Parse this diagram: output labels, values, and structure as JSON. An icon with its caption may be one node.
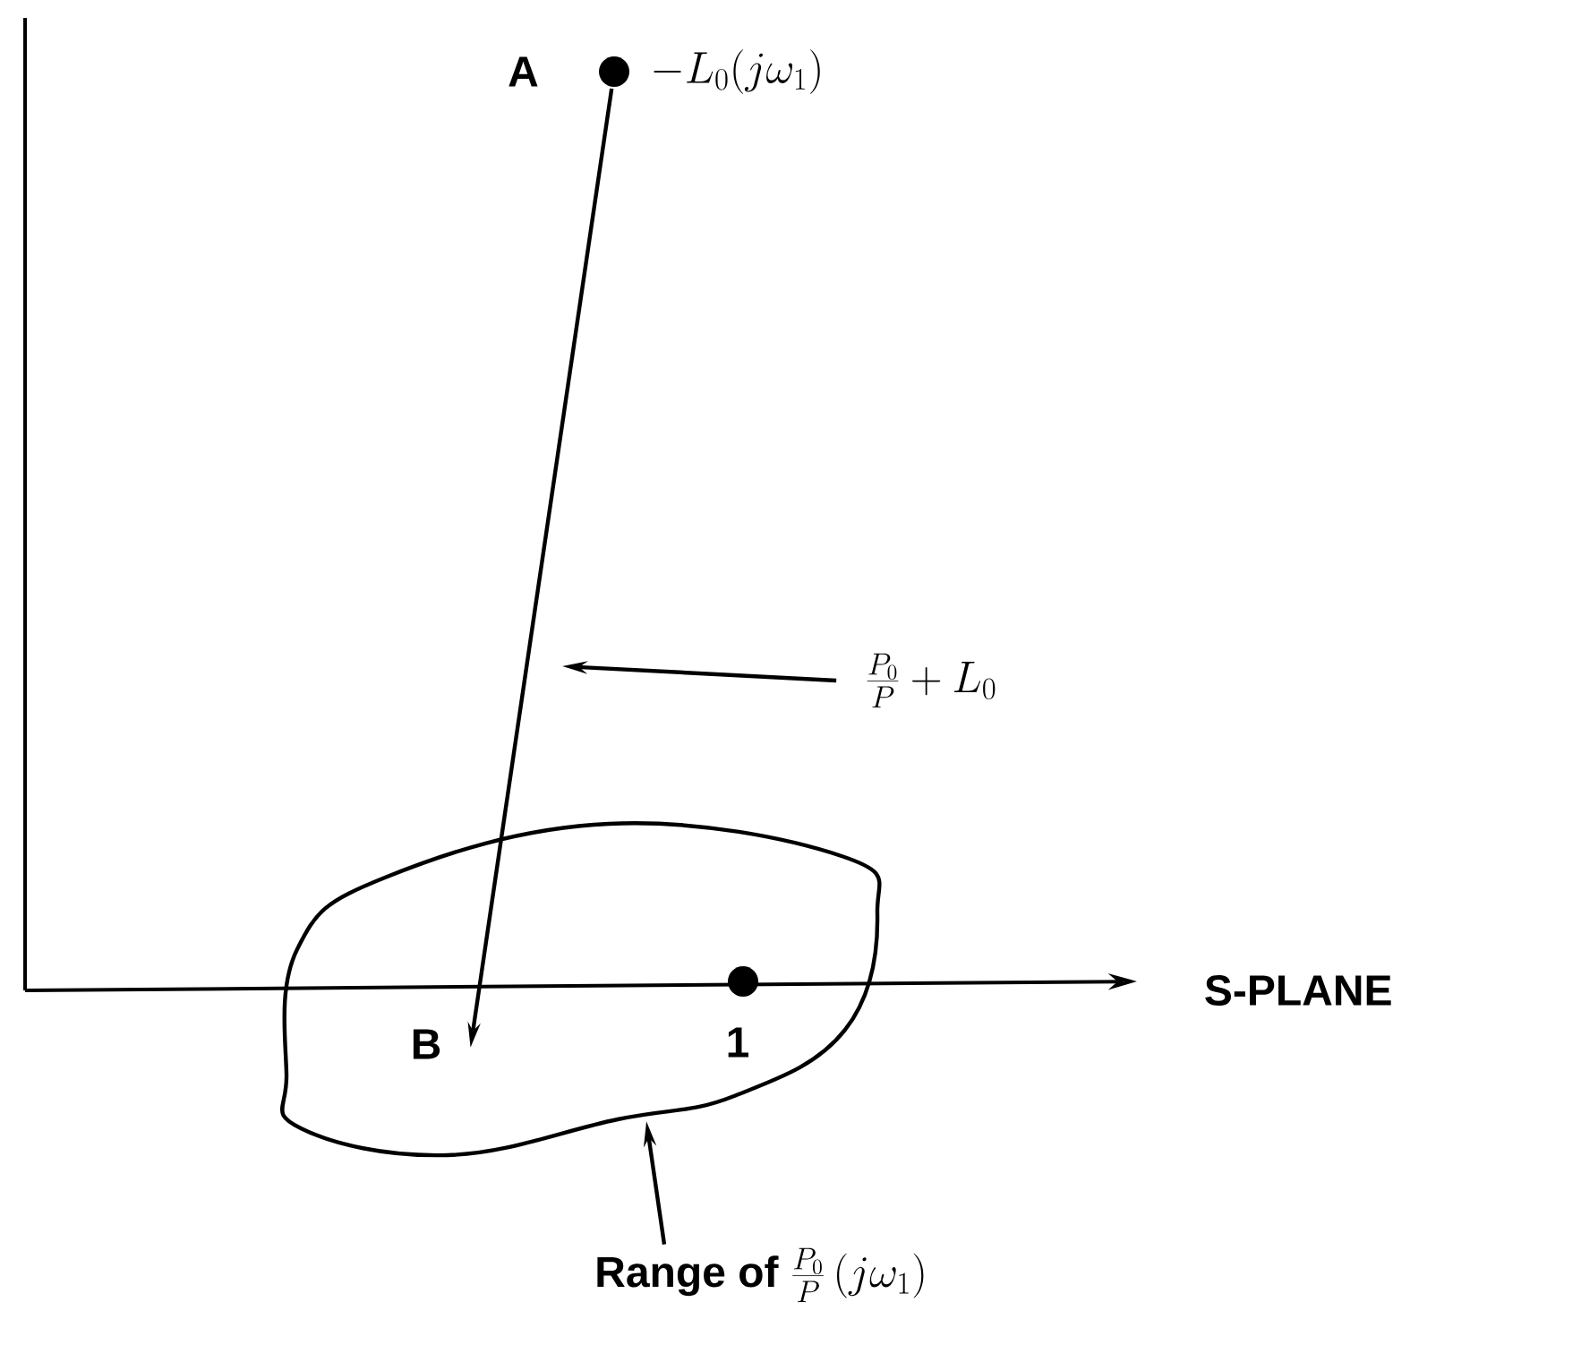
{
  "diagram": {
    "nodes": [
      {
        "text": [],
        "shape": "circle",
        "beside": [
          "A",
          "-L_0(j\\omega_1)"
        ]
      },
      {
        "text": [
          "B"
        ],
        "in": 3
      },
      {
        "text": [],
        "shape": "circle",
        "beside": [
          "1"
        ],
        "in": 3
      },
      {
        "text": [],
        "shape": "cloud"
      },
      {
        "text": [
          "Range of",
          "\\frac{P_0}{P}\\,(j\\omega_1)"
        ]
      },
      {
        "text": [
          "\\frac{P_0}{P}+L_0"
        ]
      }
    ],
    "edges": [
      {
        "from": 0,
        "to": 1,
        "arrow": "to"
      },
      {
        "from": 5,
        "to": null,
        "arrow": "to"
      },
      {
        "from": 4,
        "to": 3,
        "arrow": "to"
      }
    ],
    "labels": [
      "S-PLANE"
    ]
  }
}
